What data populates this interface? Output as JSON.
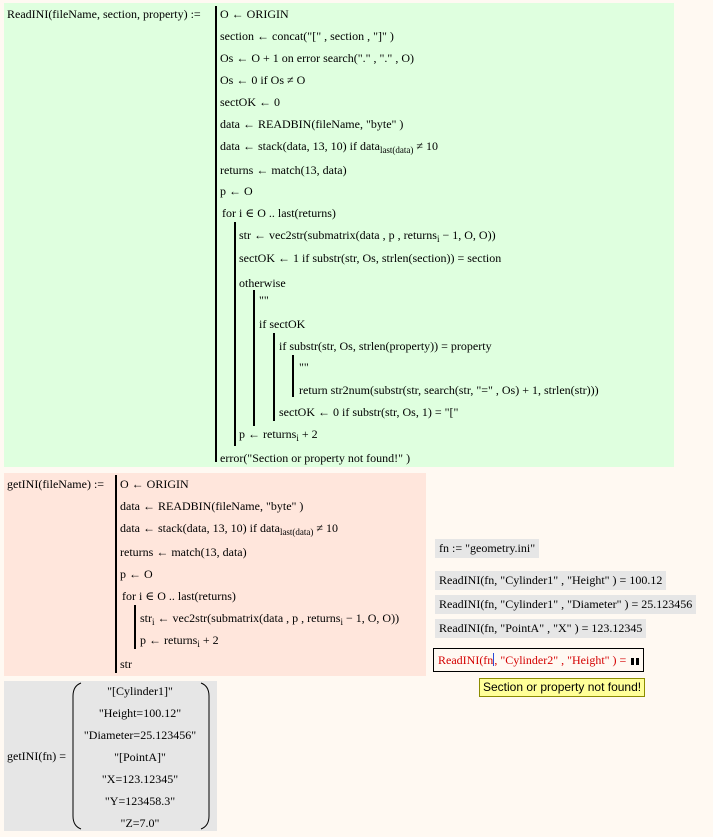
{
  "readini": {
    "header": "ReadINI(fileName, section, property) :=",
    "lines": [
      "O ← ORIGIN",
      "section ← concat(\"[\" , section , \"]\" )",
      "Os ← O + 1   on error  search(\".\" , \".\" , O)",
      "Os ← 0  if  Os ≠ O",
      "sectOK ← 0",
      "data ← READBIN(fileName, \"byte\" )",
      "data ← stack(data, 13, 10)  if  data",
      "returns ← match(13, data)",
      "p ← O",
      "for  i ∈ O .. last(returns)",
      "str ← vec2str(submatrix(data , p , returns",
      "sectOK ← 1  if  substr(str, Os, strlen(section)) = section",
      "otherwise",
      "\"\"",
      "if  sectOK",
      "if  substr(str, Os, strlen(property)) = property",
      "\"\"",
      "return  str2num(substr(str, search(str, \"=\" , Os) + 1, strlen(str)))",
      "sectOK ← 0  if  substr(str, Os, 1) = \"[\"",
      "p ← returns",
      "error(\"Section or property not found!\" )"
    ],
    "sub_lastdata": "last(data)",
    "tail_stack": " ≠ 10",
    "tail_vec2str": " − 1, O, O",
    "sub_i": "i",
    "tail_p": " + 2"
  },
  "getini": {
    "header": "getINI(fileName) :=",
    "lines": [
      "O ← ORIGIN",
      "data ← READBIN(fileName, \"byte\" )",
      "data ← stack(data, 13, 10)  if  data",
      "returns ← match(13, data)",
      "p ← O",
      "for  i ∈ O .. last(returns)",
      "str",
      " ← vec2str(submatrix(data , p , returns",
      "p ← returns",
      "str"
    ]
  },
  "fn_def": "fn := \"geometry.ini\"",
  "evals": [
    "ReadINI(fn, \"Cylinder1\" , \"Height\" ) = 100.12",
    "ReadINI(fn, \"Cylinder1\" , \"Diameter\" ) = 25.123456",
    "ReadINI(fn, \"PointA\" , \"X\" ) = 123.12345"
  ],
  "error_eval": {
    "prefix": "ReadINI(fn",
    "suffix": ", \"Cylinder2\" , \"Height\" ) ="
  },
  "error_message": "Section or property not found!",
  "result": {
    "label": "getINI(fn) =",
    "items": [
      "\"[Cylinder1]\"",
      "\"Height=100.12\"",
      "\"Diameter=25.123456\"",
      "\"[PointA]\"",
      "\"X=123.12345\"",
      "\"Y=123458.3\"",
      "\"Z=7.0\""
    ]
  },
  "colors": {
    "green_region": "#dfffdf",
    "pink_region": "#ffe6dc",
    "gray_region": "#e6e6e6",
    "error_text": "#d40000",
    "tooltip": "#ffff99"
  }
}
